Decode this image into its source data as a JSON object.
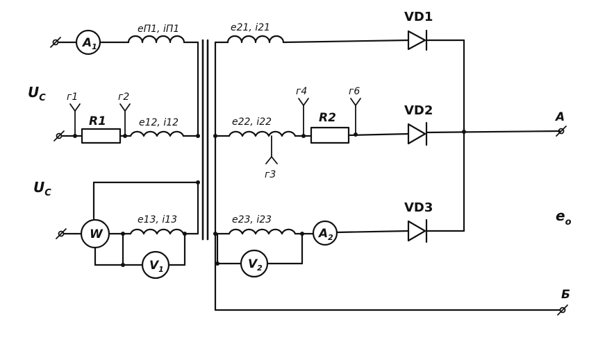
{
  "labels": {
    "uc_top": "U",
    "uc_top_sub": "C",
    "uc_bottom": "U",
    "uc_bottom_sub": "C",
    "coil_p1": "eП1, iП1",
    "coil_p2": "e12, i12",
    "coil_p3": "e13, i13",
    "coil_s1": "e21, i21",
    "coil_s2": "e22, i22",
    "coil_s3": "e23, i23",
    "r1": "R1",
    "r2": "R2",
    "vd1": "VD1",
    "vd2": "VD2",
    "vd3": "VD3",
    "terminal_a": "A",
    "terminal_b": "Б",
    "e0": "e",
    "e0_sub": "o",
    "g1": "г1",
    "g2": "г2",
    "g3": "г3",
    "g4": "г4",
    "g5": "г6"
  },
  "meters": {
    "a1": "A",
    "a1_sub": "1",
    "a2": "A",
    "a2_sub": "2",
    "v1": "V",
    "v1_sub": "1",
    "v2": "V",
    "v2_sub": "2",
    "w": "W"
  }
}
